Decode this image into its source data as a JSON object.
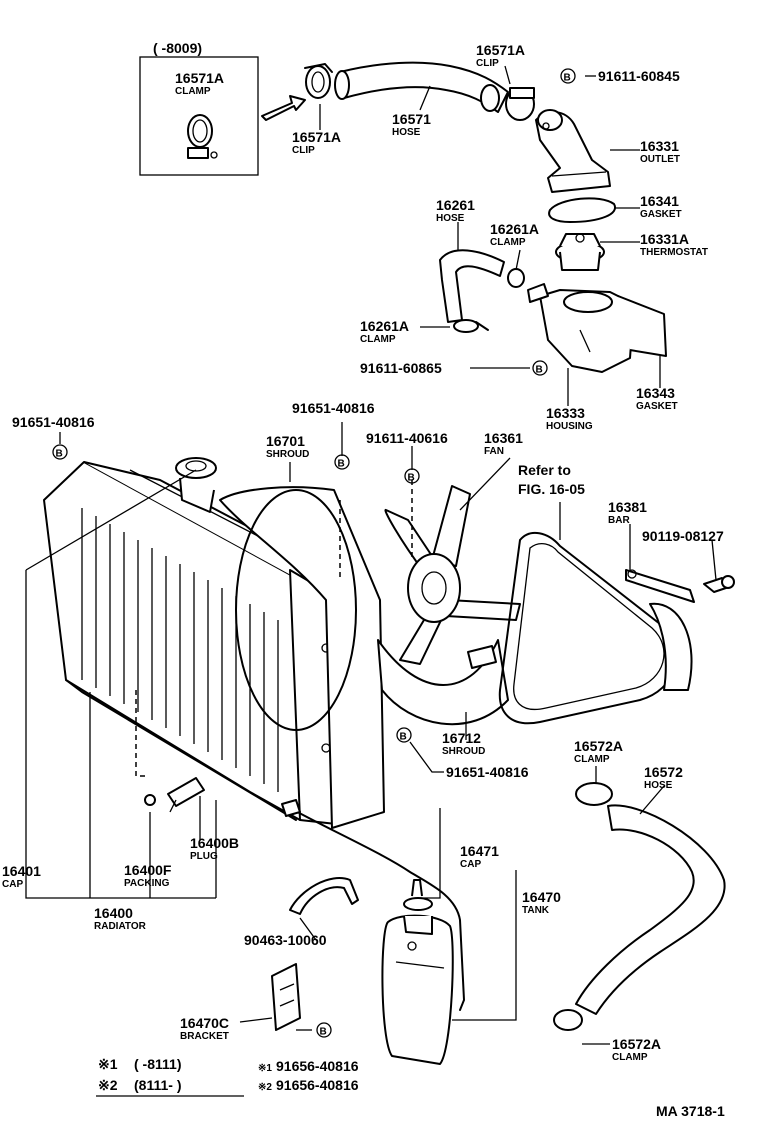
{
  "diagram_code": "MA 3718-1",
  "refer_note": {
    "line1": "Refer to",
    "line2": "FIG. 16-05"
  },
  "inset": {
    "range": "(        -8009)",
    "part": "16571A",
    "name": "CLAMP"
  },
  "bolt_symbol": "B",
  "parts": [
    {
      "id": "p16571A_clip_top",
      "num": "16571A",
      "name": "CLIP"
    },
    {
      "id": "p91611_60845",
      "num": "91611-60845",
      "name": ""
    },
    {
      "id": "p16571_hose",
      "num": "16571",
      "name": "HOSE"
    },
    {
      "id": "p16571A_clip_left",
      "num": "16571A",
      "name": "CLIP"
    },
    {
      "id": "p16331",
      "num": "16331",
      "name": "OUTLET"
    },
    {
      "id": "p16341",
      "num": "16341",
      "name": "GASKET"
    },
    {
      "id": "p16261",
      "num": "16261",
      "name": "HOSE"
    },
    {
      "id": "p16261A_a",
      "num": "16261A",
      "name": "CLAMP"
    },
    {
      "id": "p16331A",
      "num": "16331A",
      "name": "THERMOSTAT"
    },
    {
      "id": "p16261A_b",
      "num": "16261A",
      "name": "CLAMP"
    },
    {
      "id": "p91611_60865",
      "num": "91611-60865",
      "name": ""
    },
    {
      "id": "p16343",
      "num": "16343",
      "name": "GASKET"
    },
    {
      "id": "p16333",
      "num": "16333",
      "name": "HOUSING"
    },
    {
      "id": "p91651_left",
      "num": "91651-40816",
      "name": ""
    },
    {
      "id": "p91651_mid",
      "num": "91651-40816",
      "name": ""
    },
    {
      "id": "p16701",
      "num": "16701",
      "name": "SHROUD"
    },
    {
      "id": "p91611_40616",
      "num": "91611-40616",
      "name": ""
    },
    {
      "id": "p16361",
      "num": "16361",
      "name": "FAN"
    },
    {
      "id": "p16381",
      "num": "16381",
      "name": "BAR"
    },
    {
      "id": "p90119",
      "num": "90119-08127",
      "name": ""
    },
    {
      "id": "p16712",
      "num": "16712",
      "name": "SHROUD"
    },
    {
      "id": "p91651_low",
      "num": "91651-40816",
      "name": ""
    },
    {
      "id": "p16572A_top",
      "num": "16572A",
      "name": "CLAMP"
    },
    {
      "id": "p16572",
      "num": "16572",
      "name": "HOSE"
    },
    {
      "id": "p16400B",
      "num": "16400B",
      "name": "PLUG"
    },
    {
      "id": "p16400F",
      "num": "16400F",
      "name": "PACKING"
    },
    {
      "id": "p16401",
      "num": "16401",
      "name": "CAP"
    },
    {
      "id": "p16400",
      "num": "16400",
      "name": "RADIATOR"
    },
    {
      "id": "p16471",
      "num": "16471",
      "name": "CAP"
    },
    {
      "id": "p16470",
      "num": "16470",
      "name": "TANK"
    },
    {
      "id": "p90463",
      "num": "90463-10060",
      "name": ""
    },
    {
      "id": "p16470C",
      "num": "16470C",
      "name": "BRACKET"
    },
    {
      "id": "p16572A_bot",
      "num": "16572A",
      "name": "CLAMP"
    }
  ],
  "legend": [
    {
      "mark": "※1",
      "range": "(        -8111)"
    },
    {
      "mark": "※2",
      "range": "(8111-          )"
    }
  ],
  "footnotes": [
    {
      "mark": "※1",
      "num": "91656-40816"
    },
    {
      "mark": "※2",
      "num": "91656-40816"
    }
  ]
}
